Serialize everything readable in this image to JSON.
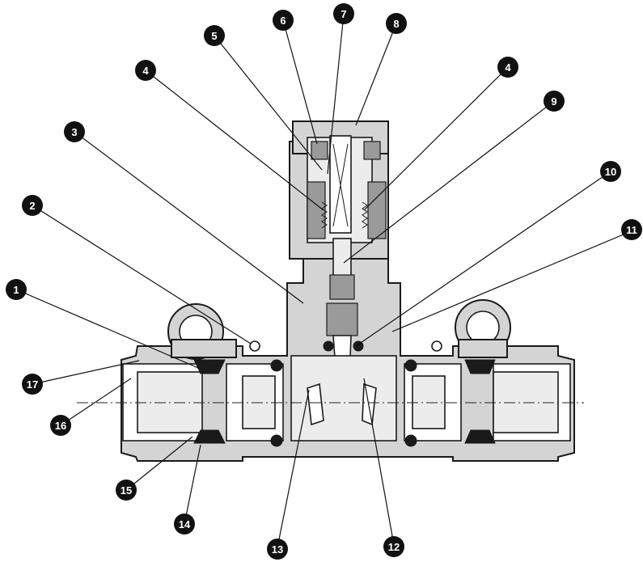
{
  "figure": {
    "labels": [
      "1",
      "2",
      "3",
      "4",
      "5",
      "6",
      "7",
      "8",
      "4",
      "9",
      "10",
      "11",
      "12",
      "13",
      "14",
      "15",
      "16",
      "17"
    ]
  },
  "colors": {
    "outline": "#1a1a1a",
    "body": "#d4d4d4",
    "inner": "#ececec",
    "seal": "#1a1a1a",
    "label_badge": "#111111"
  }
}
